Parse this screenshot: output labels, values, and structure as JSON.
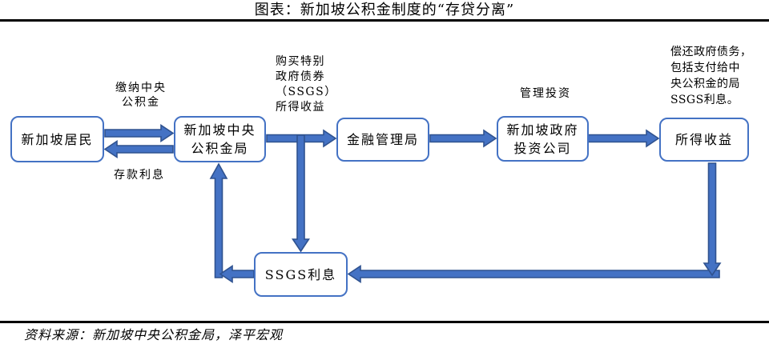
{
  "title": "图表：新加坡公积金制度的“存贷分离”",
  "source": "资料来源：新加坡中央公积金局，泽平宏观",
  "colors": {
    "arrow_fill": "#4472C4",
    "arrow_outline": "#2F528F",
    "node_border": "#4472C4",
    "node_fill": "#FFFFFF",
    "rule": "#000000"
  },
  "nodes": {
    "residents": "新加坡居民",
    "cpf_board": "新加坡中央\n公积金局",
    "mas": "金融管理局",
    "gic": "新加坡政府\n投资公司",
    "income": "所得收益",
    "ssgs_interest": "SSGS利息"
  },
  "edge_labels": {
    "pay_cpf": "缴纳中央\n公积金",
    "deposit_interest": "存款利息",
    "buy_ssgs": "购买特别\n政府债券\n（SSGS）\n所得收益",
    "manage_investment": "管理投资",
    "repay_debt": "偿还政府债务，\n包括支付给中\n央公积金的局\nSSGS利息。"
  }
}
